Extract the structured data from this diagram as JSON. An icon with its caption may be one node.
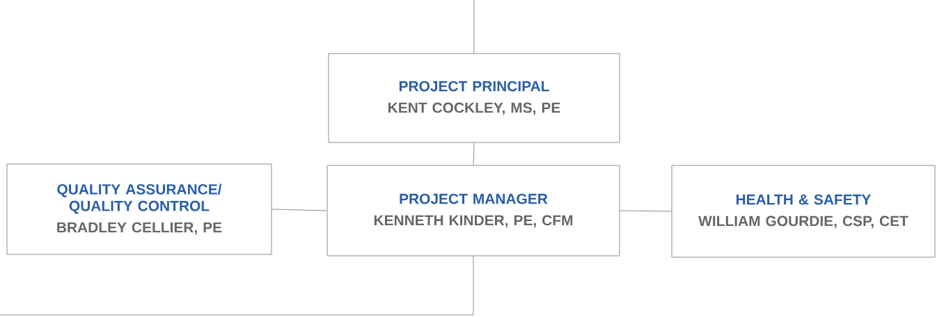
{
  "diagram": {
    "nodes": [
      {
        "text": [
          "PROJECT PRINCIPAL",
          "KENT COCKLEY, MS, PE"
        ]
      },
      {
        "text": [
          "QUALITY ASSURANCE/ QUALITY CONTROL",
          "BRADLEY CELLIER, PE"
        ]
      },
      {
        "text": [
          "PROJECT MANAGER",
          "KENNETH KINDER, PE, CFM"
        ]
      },
      {
        "text": [
          "HEALTH & SAFETY",
          "WILLIAM GOURDIE, CSP, CET"
        ]
      }
    ],
    "edges": [
      {
        "from": null,
        "to": 0,
        "arrow": "none"
      },
      {
        "from": 0,
        "to": 2,
        "arrow": "none"
      },
      {
        "from": 1,
        "to": 2,
        "arrow": "none"
      },
      {
        "from": 2,
        "to": 3,
        "arrow": "none"
      },
      {
        "from": 2,
        "to": null,
        "arrow": "none"
      }
    ]
  }
}
